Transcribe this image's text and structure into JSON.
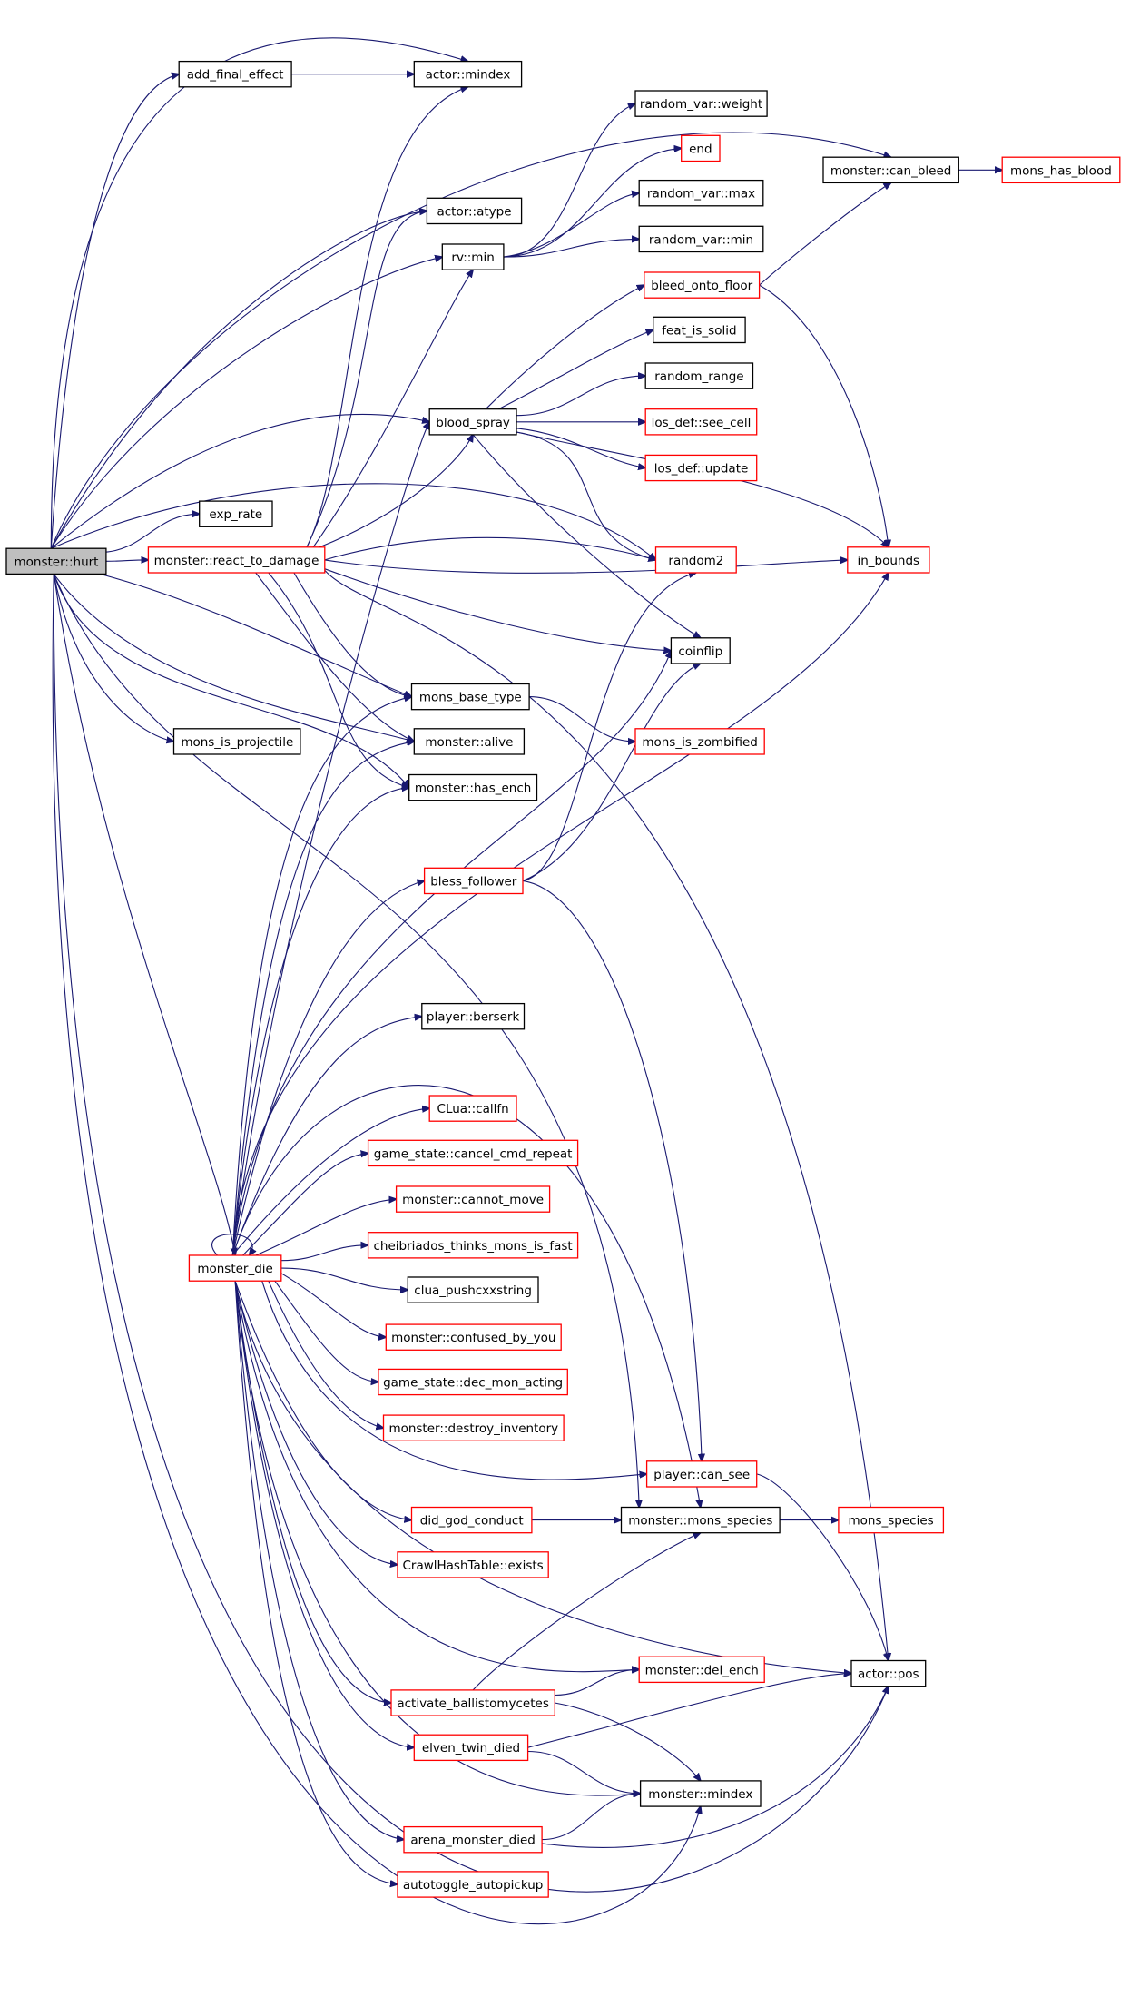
{
  "diagram": {
    "colors": {
      "edge": "#191970",
      "root_fill": "#bfbfbf",
      "node_border_black": "#000000",
      "node_border_red": "#ff0000"
    },
    "nodes": [
      {
        "id": "hurt",
        "label": "monster::hurt",
        "border": "root"
      },
      {
        "id": "add_final_effect",
        "label": "add_final_effect",
        "border": "black"
      },
      {
        "id": "actor_mindex",
        "label": "actor::mindex",
        "border": "black"
      },
      {
        "id": "rv_weight",
        "label": "random_var::weight",
        "border": "black"
      },
      {
        "id": "end",
        "label": "end",
        "border": "red"
      },
      {
        "id": "can_bleed",
        "label": "monster::can_bleed",
        "border": "black"
      },
      {
        "id": "mons_has_blood",
        "label": "mons_has_blood",
        "border": "red"
      },
      {
        "id": "rv_max",
        "label": "random_var::max",
        "border": "black"
      },
      {
        "id": "actor_atype",
        "label": "actor::atype",
        "border": "black"
      },
      {
        "id": "rv_min",
        "label": "random_var::min",
        "border": "black"
      },
      {
        "id": "rvmin",
        "label": "rv::min",
        "border": "black"
      },
      {
        "id": "bleed_onto_floor",
        "label": "bleed_onto_floor",
        "border": "red"
      },
      {
        "id": "feat_is_solid",
        "label": "feat_is_solid",
        "border": "black"
      },
      {
        "id": "random_range",
        "label": "random_range",
        "border": "black"
      },
      {
        "id": "blood_spray",
        "label": "blood_spray",
        "border": "black"
      },
      {
        "id": "see_cell",
        "label": "los_def::see_cell",
        "border": "red"
      },
      {
        "id": "los_update",
        "label": "los_def::update",
        "border": "red"
      },
      {
        "id": "exp_rate",
        "label": "exp_rate",
        "border": "black"
      },
      {
        "id": "react",
        "label": "monster::react_to_damage",
        "border": "red"
      },
      {
        "id": "random2",
        "label": "random2",
        "border": "red"
      },
      {
        "id": "in_bounds",
        "label": "in_bounds",
        "border": "red"
      },
      {
        "id": "coinflip",
        "label": "coinflip",
        "border": "black"
      },
      {
        "id": "mons_base_type",
        "label": "mons_base_type",
        "border": "black"
      },
      {
        "id": "mons_is_zombified",
        "label": "mons_is_zombified",
        "border": "red"
      },
      {
        "id": "mons_is_projectile",
        "label": "mons_is_projectile",
        "border": "black"
      },
      {
        "id": "alive",
        "label": "monster::alive",
        "border": "black"
      },
      {
        "id": "has_ench",
        "label": "monster::has_ench",
        "border": "black"
      },
      {
        "id": "bless_follower",
        "label": "bless_follower",
        "border": "red"
      },
      {
        "id": "berserk",
        "label": "player::berserk",
        "border": "black"
      },
      {
        "id": "callfn",
        "label": "CLua::callfn",
        "border": "red"
      },
      {
        "id": "cancel_cmd_repeat",
        "label": "game_state::cancel_cmd_repeat",
        "border": "red"
      },
      {
        "id": "cannot_move",
        "label": "monster::cannot_move",
        "border": "red"
      },
      {
        "id": "monster_die",
        "label": "monster_die",
        "border": "red"
      },
      {
        "id": "cheibriados",
        "label": "cheibriados_thinks_mons_is_fast",
        "border": "red"
      },
      {
        "id": "clua_push",
        "label": "clua_pushcxxstring",
        "border": "black"
      },
      {
        "id": "confused",
        "label": "monster::confused_by_you",
        "border": "red"
      },
      {
        "id": "dec_mon_acting",
        "label": "game_state::dec_mon_acting",
        "border": "red"
      },
      {
        "id": "destroy_inv",
        "label": "monster::destroy_inventory",
        "border": "red"
      },
      {
        "id": "can_see",
        "label": "player::can_see",
        "border": "red"
      },
      {
        "id": "did_god_conduct",
        "label": "did_god_conduct",
        "border": "red"
      },
      {
        "id": "mons_species_m",
        "label": "monster::mons_species",
        "border": "black"
      },
      {
        "id": "mons_species",
        "label": "mons_species",
        "border": "red"
      },
      {
        "id": "hash_exists",
        "label": "CrawlHashTable::exists",
        "border": "red"
      },
      {
        "id": "actor_pos",
        "label": "actor::pos",
        "border": "black"
      },
      {
        "id": "del_ench",
        "label": "monster::del_ench",
        "border": "red"
      },
      {
        "id": "ballisto",
        "label": "activate_ballistomycetes",
        "border": "red"
      },
      {
        "id": "elven",
        "label": "elven_twin_died",
        "border": "red"
      },
      {
        "id": "monster_mindex",
        "label": "monster::mindex",
        "border": "black"
      },
      {
        "id": "arena",
        "label": "arena_monster_died",
        "border": "red"
      },
      {
        "id": "autotoggle",
        "label": "autotoggle_autopickup",
        "border": "red"
      }
    ]
  }
}
